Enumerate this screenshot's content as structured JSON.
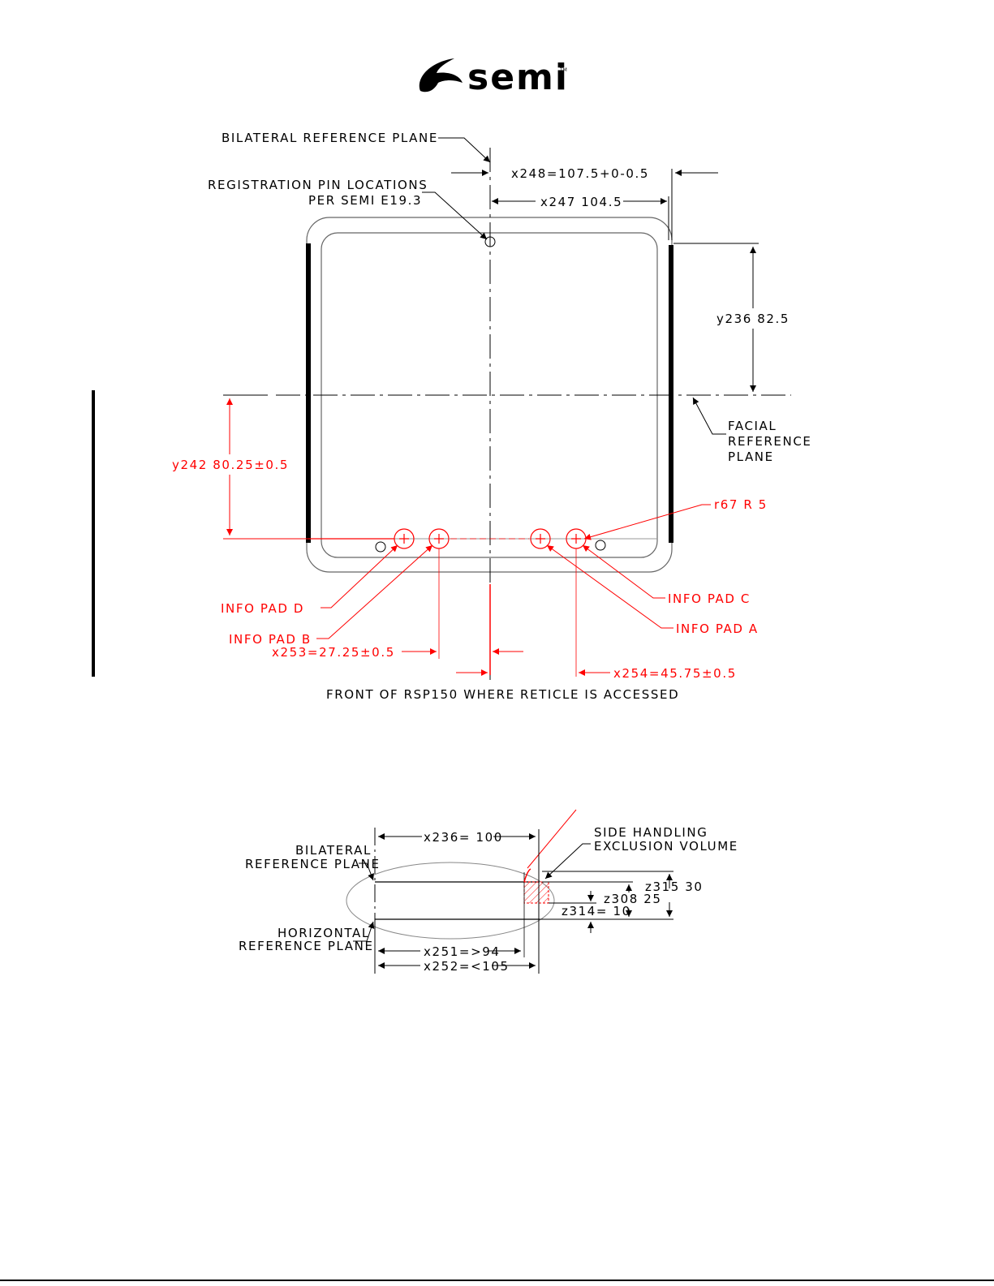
{
  "logo": {
    "text": "semi",
    "tm": "TM"
  },
  "colors": {
    "ink": "#000000",
    "accent": "#ff0000",
    "grey": "#888888"
  },
  "top_view": {
    "bilateral_plane": "BILATERAL REFERENCE PLANE",
    "pin_locations_1": "REGISTRATION PIN LOCATIONS",
    "pin_locations_2": "PER SEMI E19.3",
    "x248": "x248=107.5+0-0.5",
    "x247": "x247 104.5",
    "y236": "y236 82.5",
    "facial_1": "FACIAL",
    "facial_2": "REFERENCE",
    "facial_3": "PLANE",
    "y242": "y242 80.25±0.5",
    "r67": "r67 R 5",
    "info_pad_d": "INFO PAD D",
    "info_pad_b": "INFO PAD B",
    "info_pad_c": "INFO PAD C",
    "info_pad_a": "INFO PAD A",
    "x253": "x253=27.25±0.5",
    "x254": "x254=45.75±0.5",
    "front_note": "FRONT OF RSP150 WHERE RETICLE IS ACCESSED"
  },
  "side_view": {
    "x236": "x236= 100",
    "side_handling_1": "SIDE HANDLING",
    "side_handling_2": "EXCLUSION VOLUME",
    "bilateral_1": "BILATERAL",
    "bilateral_2": "REFERENCE PLANE",
    "horizontal_1": "HORIZONTAL",
    "horizontal_2": "REFERENCE PLANE",
    "z315": "z315 30",
    "z308": "z308 25",
    "z314": "z314= 10",
    "x251": "x251=>94",
    "x252": "x252=<105"
  }
}
